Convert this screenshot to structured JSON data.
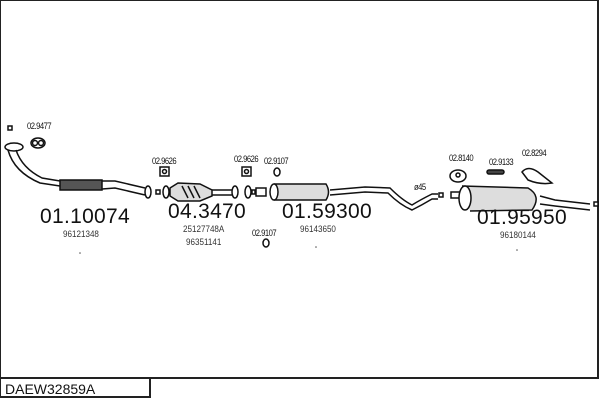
{
  "reference": "DAEW32859A",
  "parts": [
    {
      "number": "01.10074",
      "oem": [
        "96121348"
      ]
    },
    {
      "number": "04.3470",
      "oem": [
        "25127748A",
        "96351141"
      ]
    },
    {
      "number": "01.59300",
      "oem": [
        "96143650"
      ]
    },
    {
      "number": "01.95950",
      "oem": [
        "96180144"
      ]
    }
  ],
  "accessories": [
    "02.9477",
    "02.9626",
    "02.9626",
    "02.9107",
    "02.9107",
    "02.8140",
    "02.9133",
    "02.8294"
  ],
  "diameter": "ø45"
}
